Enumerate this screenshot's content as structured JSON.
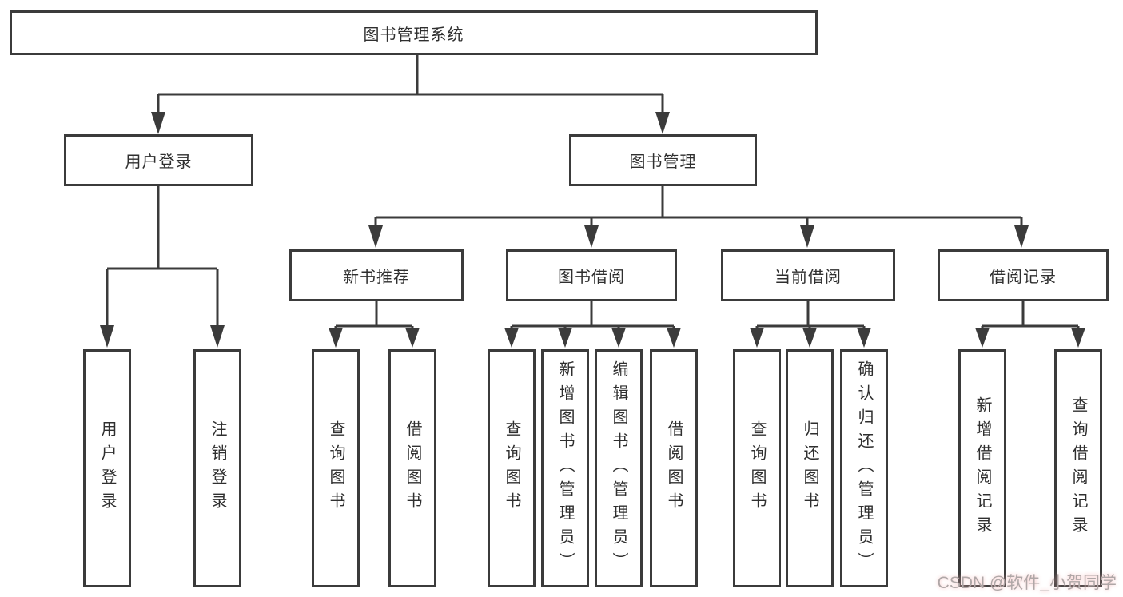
{
  "diagram": {
    "root": {
      "label": "图书管理系统"
    },
    "level1": [
      {
        "id": "user-login",
        "label": "用户登录"
      },
      {
        "id": "book-management",
        "label": "图书管理"
      }
    ],
    "level2": [
      {
        "id": "new-book-recommend",
        "label": "新书推荐",
        "parent": "图书管理"
      },
      {
        "id": "book-borrow",
        "label": "图书借阅",
        "parent": "图书管理"
      },
      {
        "id": "current-borrow",
        "label": "当前借阅",
        "parent": "图书管理"
      },
      {
        "id": "borrow-records",
        "label": "借阅记录",
        "parent": "图书管理"
      }
    ],
    "leaves": [
      {
        "label": "用户登录",
        "parent": "用户登录"
      },
      {
        "label": "注销登录",
        "parent": "用户登录"
      },
      {
        "label": "查询图书",
        "parent": "新书推荐"
      },
      {
        "label": "借阅图书",
        "parent": "新书推荐"
      },
      {
        "label": "查询图书",
        "parent": "图书借阅"
      },
      {
        "label": "新增图书（管理员）",
        "parent": "图书借阅"
      },
      {
        "label": "编辑图书（管理员）",
        "parent": "图书借阅"
      },
      {
        "label": "借阅图书",
        "parent": "图书借阅"
      },
      {
        "label": "查询图书",
        "parent": "当前借阅"
      },
      {
        "label": "归还图书",
        "parent": "当前借阅"
      },
      {
        "label": "确认归还（管理员）",
        "parent": "当前借阅"
      },
      {
        "label": "新增借阅记录",
        "parent": "借阅记录"
      },
      {
        "label": "查询借阅记录",
        "parent": "借阅记录"
      }
    ]
  },
  "watermark": {
    "text": "CSDN @软件_小贺同学"
  },
  "colors": {
    "line": "#3b3b3b",
    "box_border": "#3b3b3b",
    "text": "#2f2f2f",
    "background": "#ffffff",
    "watermark": "#afa7a7"
  }
}
